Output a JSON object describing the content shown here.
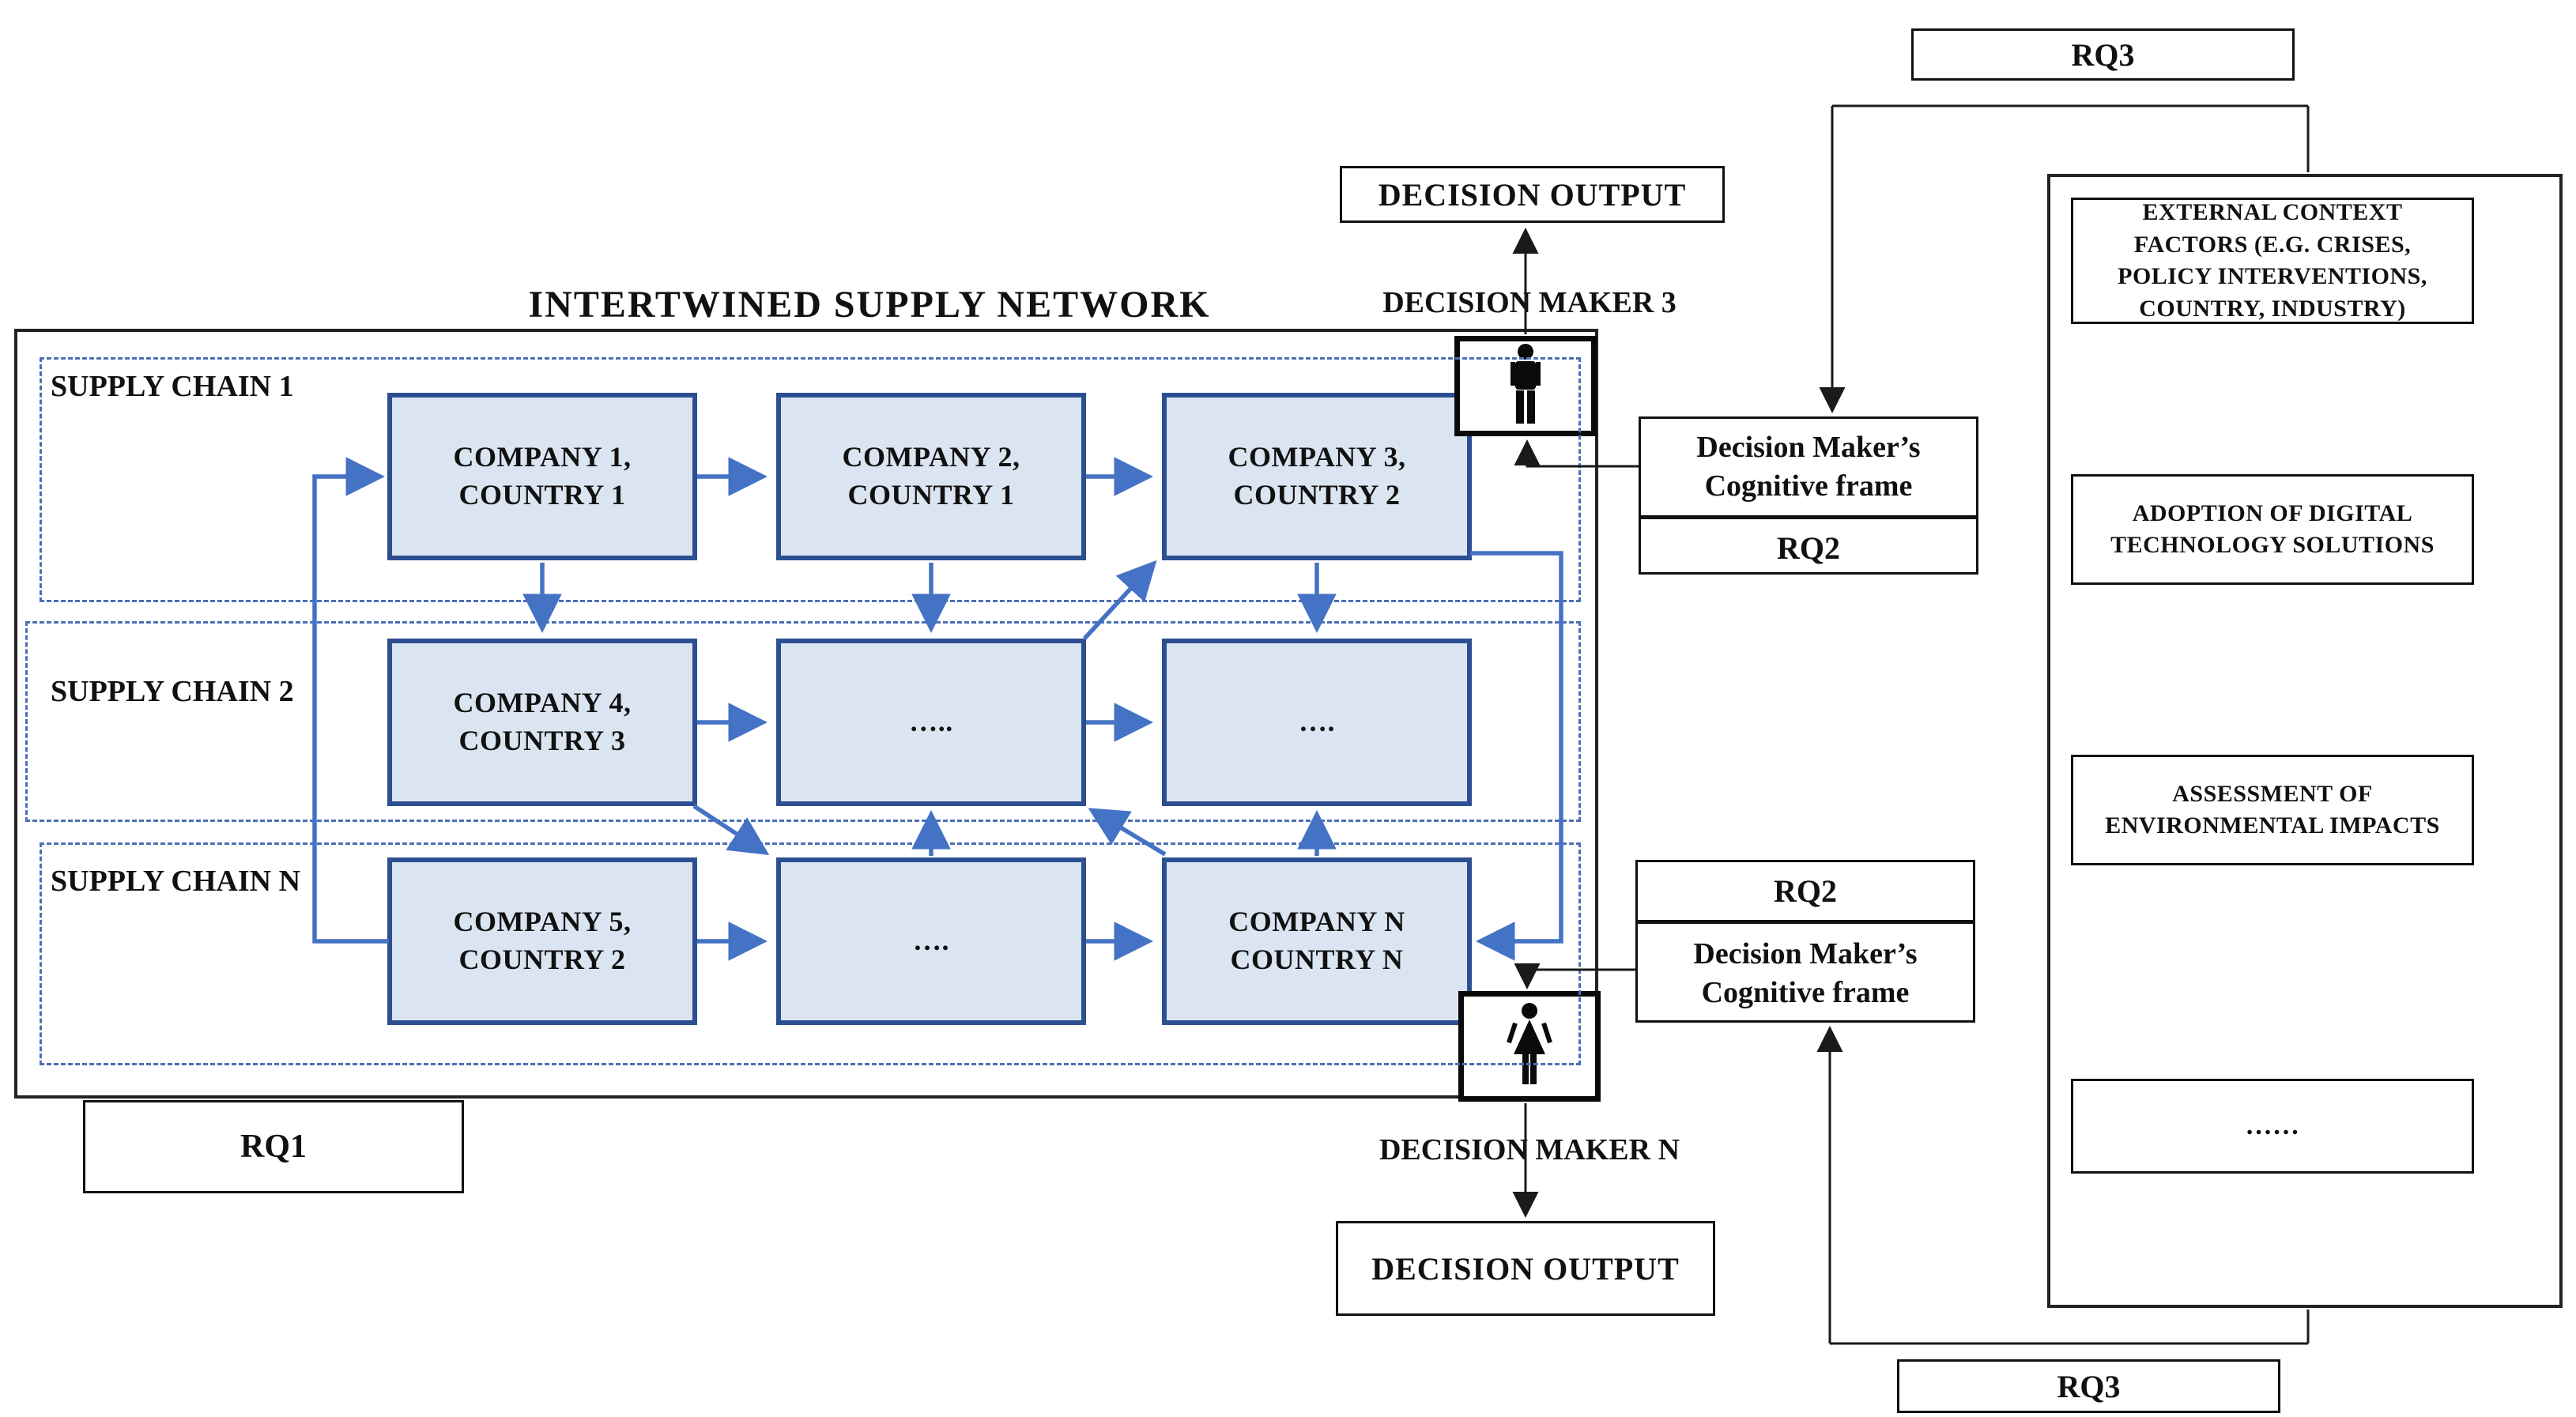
{
  "network": {
    "title": "INTERTWINED SUPPLY NETWORK",
    "chains": [
      "SUPPLY CHAIN 1",
      "SUPPLY CHAIN 2",
      "SUPPLY CHAIN N"
    ],
    "companies": [
      "COMPANY 1,\nCOUNTRY 1",
      "COMPANY 2,\nCOUNTRY 1",
      "COMPANY 3,\nCOUNTRY 2",
      "COMPANY 4,\nCOUNTRY 3",
      "…..",
      "….",
      "COMPANY 5,\nCOUNTRY 2",
      "….",
      "COMPANY N\nCOUNTRY N"
    ]
  },
  "rq": {
    "rq1": "RQ1",
    "rq2": "RQ2",
    "rq3_top": "RQ3",
    "rq3_bottom": "RQ3"
  },
  "decision": {
    "maker3_label": "DECISION MAKER 3",
    "makerN_label": "DECISION MAKER N",
    "output_top": "DECISION OUTPUT",
    "output_bottom": "DECISION OUTPUT",
    "cognitive_frame": "Decision Maker’s\nCognitive frame"
  },
  "context_factors": {
    "items": [
      "EXTERNAL CONTEXT\nFACTORS (E.G. CRISES,\nPOLICY INTERVENTIONS,\nCOUNTRY, INDUSTRY)",
      "ADOPTION OF DIGITAL\nTECHNOLOGY SOLUTIONS",
      "ASSESSMENT OF\nENVIRONMENTAL IMPACTS",
      "……"
    ]
  },
  "colors": {
    "company_fill": "#dbe4f1",
    "company_border": "#2d4f92",
    "arrow_blue": "#4472c4",
    "dashed_blue": "#4b6fb5",
    "line_black": "#1a1a1a"
  }
}
